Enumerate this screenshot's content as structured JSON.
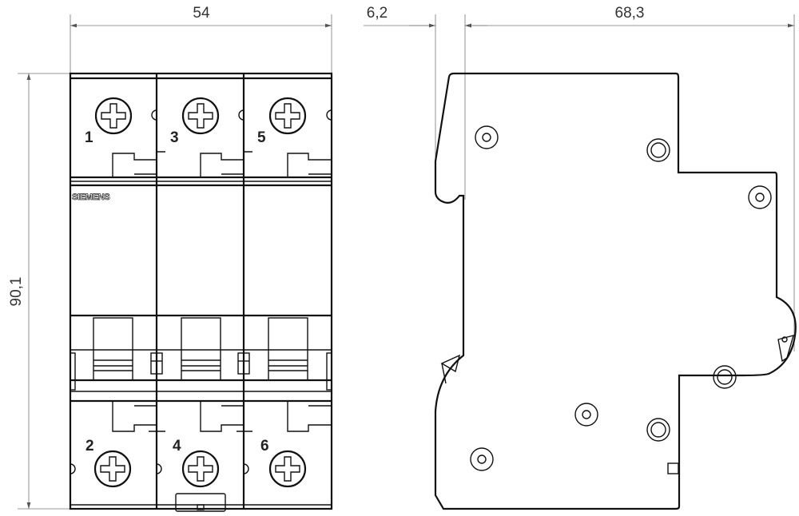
{
  "dimensions": {
    "width": "54",
    "rail_offset": "6,2",
    "depth": "68,3",
    "height": "90,1"
  },
  "front_view": {
    "brand": "SIEMENS",
    "top_terminals": [
      "1",
      "3",
      "5"
    ],
    "bottom_terminals": [
      "2",
      "4",
      "6"
    ]
  }
}
